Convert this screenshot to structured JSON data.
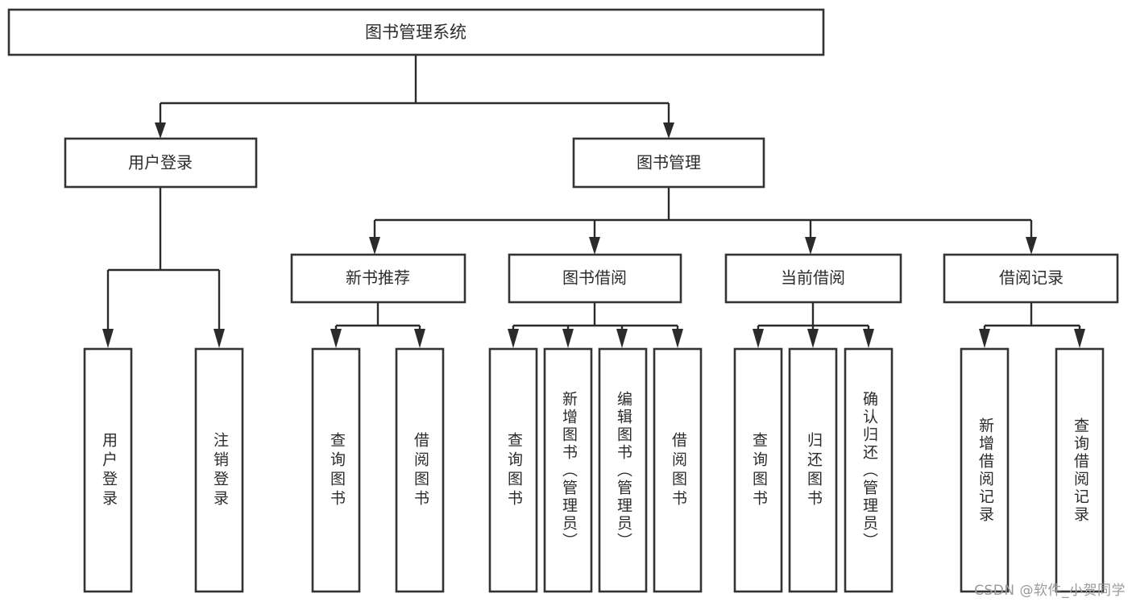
{
  "diagram": {
    "type": "hierarchy-tree",
    "title": "图书管理系统",
    "watermark": "CSDN @软件_小贺同学",
    "colors": {
      "background": "#ffffff",
      "box_stroke": "#333333",
      "connector": "#2b2b2b",
      "text": "#2c2c2c",
      "watermark": "#9a9a9a"
    },
    "root": {
      "label": "图书管理系统"
    },
    "level2": [
      {
        "id": "user-login",
        "label": "用户登录"
      },
      {
        "id": "book-manage",
        "label": "图书管理"
      }
    ],
    "level3": [
      {
        "id": "new-book-recommend",
        "label": "新书推荐",
        "parent": "book-manage"
      },
      {
        "id": "book-borrow",
        "label": "图书借阅",
        "parent": "book-manage"
      },
      {
        "id": "current-borrow",
        "label": "当前借阅",
        "parent": "book-manage"
      },
      {
        "id": "borrow-record",
        "label": "借阅记录",
        "parent": "book-manage"
      }
    ],
    "leaves": [
      {
        "id": "leaf-user-login",
        "label": "用户登录",
        "parent": "user-login"
      },
      {
        "id": "leaf-logout",
        "label": "注销登录",
        "parent": "user-login"
      },
      {
        "id": "leaf-query-book-1",
        "label": "查询图书",
        "parent": "new-book-recommend"
      },
      {
        "id": "leaf-borrow-book-1",
        "label": "借阅图书",
        "parent": "new-book-recommend"
      },
      {
        "id": "leaf-query-book-2",
        "label": "查询图书",
        "parent": "book-borrow"
      },
      {
        "id": "leaf-add-book",
        "label": "新增图书（管理员）",
        "parent": "book-borrow"
      },
      {
        "id": "leaf-edit-book",
        "label": "编辑图书（管理员）",
        "parent": "book-borrow"
      },
      {
        "id": "leaf-borrow-book-2",
        "label": "借阅图书",
        "parent": "book-borrow"
      },
      {
        "id": "leaf-query-book-3",
        "label": "查询图书",
        "parent": "current-borrow"
      },
      {
        "id": "leaf-return-book",
        "label": "归还图书",
        "parent": "current-borrow"
      },
      {
        "id": "leaf-confirm-return",
        "label": "确认归还（管理员）",
        "parent": "current-borrow"
      },
      {
        "id": "leaf-add-record",
        "label": "新增借阅记录",
        "parent": "borrow-record"
      },
      {
        "id": "leaf-query-record",
        "label": "查询借阅记录",
        "parent": "borrow-record"
      }
    ]
  }
}
